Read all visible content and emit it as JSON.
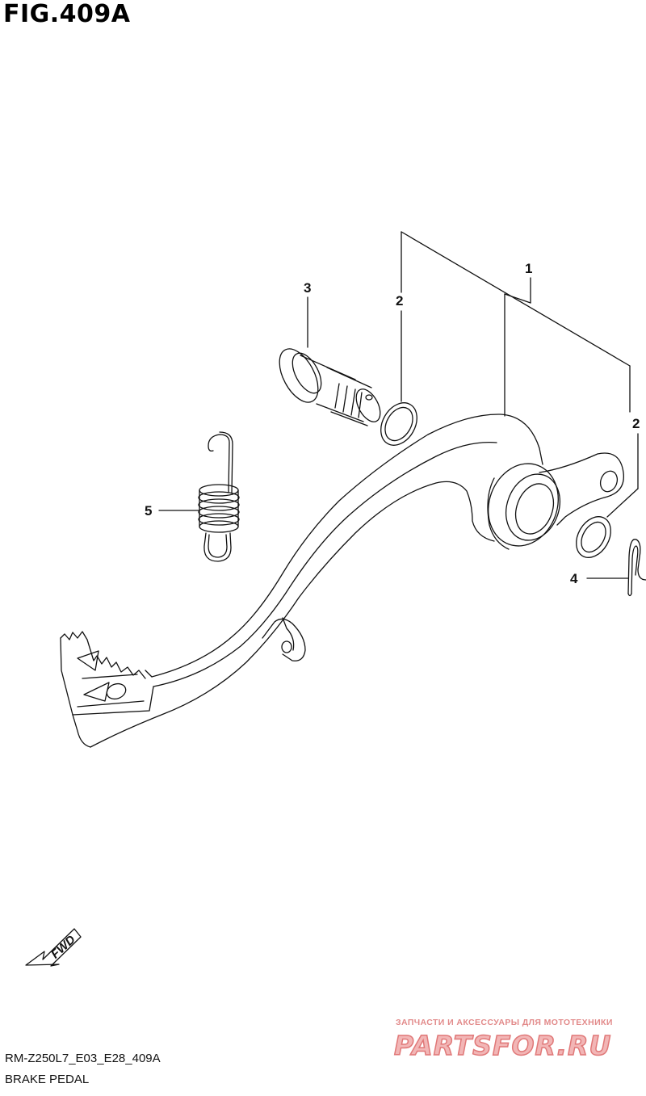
{
  "figure": {
    "title": "FIG.409A",
    "model_code": "RM-Z250L7_E03_E28_409A",
    "assembly_name": "BRAKE PEDAL"
  },
  "callouts": [
    {
      "id": "c1",
      "label": "1"
    },
    {
      "id": "c2a",
      "label": "2"
    },
    {
      "id": "c2b",
      "label": "2"
    },
    {
      "id": "c3",
      "label": "3"
    },
    {
      "id": "c4",
      "label": "4"
    },
    {
      "id": "c5",
      "label": "5"
    }
  ],
  "direction_indicator": {
    "label": "FWD",
    "icon": "forward-arrow-icon"
  },
  "watermark": {
    "tagline": "ЗАПЧАСТИ И АКСЕССУАРЫ ДЛЯ МОТОТЕХНИКИ",
    "brand": "PARTSFOR.RU"
  },
  "colors": {
    "line": "#111111",
    "watermark": "#e07878"
  }
}
